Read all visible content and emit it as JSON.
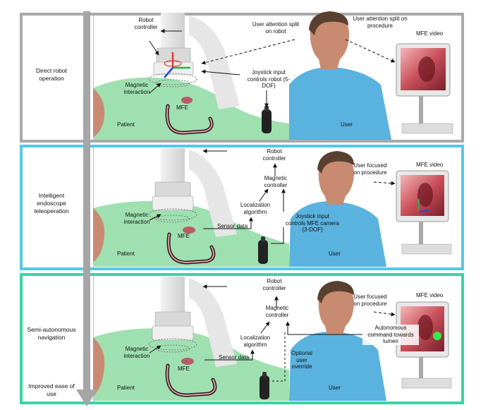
{
  "modes": [
    "Direct robot operation",
    "Intelligent endoscope teleoperation",
    "Semi-autonomous navigation"
  ],
  "axis_label": "Improved ease of use",
  "panel1": {
    "robot_controller": "Robot controller",
    "attention_robot": "User attention split on robot",
    "attention_procedure": "User attention split on procedure",
    "mfe_video": "MFE video",
    "joystick": "Joystick input controls robot (5-DOF)",
    "magnetic_interaction": "Magnetic interaction",
    "mfe": "MFE",
    "patient": "Patient",
    "user": "User"
  },
  "panel2": {
    "robot_controller": "Robot controller",
    "magnetic_controller": "Magnetic controller",
    "localization": "Localization algorithm",
    "sensor_data": "Sensor data",
    "joystick": "Joystick input controls MFE camera (3-DOF)",
    "focused": "User focused on procedure",
    "mfe_video": "MFE video",
    "magnetic_interaction": "Magnetic interaction",
    "mfe": "MFE",
    "patient": "Patient",
    "user": "User"
  },
  "panel3": {
    "robot_controller": "Robot controller",
    "magnetic_controller": "Magnetic controller",
    "localization": "Localization algorithm",
    "sensor_data": "Sensor data",
    "override": "Optional user override",
    "focused": "User focused on procedure",
    "mfe_video": "MFE video",
    "autonomous": "Autonomous command towards lumen",
    "magnetic_interaction": "Magnetic interaction",
    "mfe": "MFE",
    "patient": "Patient",
    "user": "User"
  },
  "colors": {
    "panel1_border": "#a9a9a9",
    "panel2_border": "#57c7e6",
    "panel3_border": "#39d4a4",
    "patient_green": "#9fe0b0",
    "shirt_blue": "#5ab2df",
    "skin": "#c98a72",
    "colon": "#2a1a1a",
    "lumen_dot": "#39e84a"
  }
}
